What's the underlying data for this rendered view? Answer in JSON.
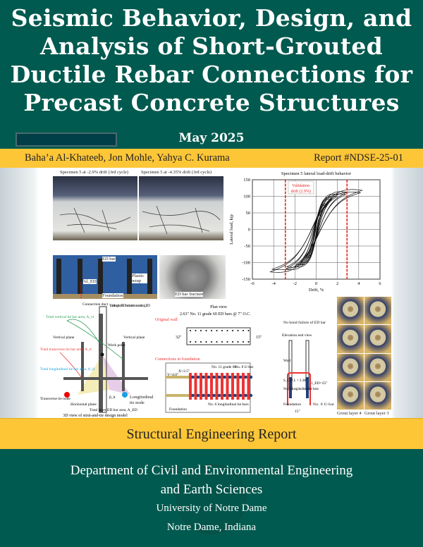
{
  "title_lines": [
    "Seismic Behavior, Design, and",
    "Analysis of Short-Grouted",
    "Ductile Rebar Connections for",
    "Precast Concrete Structures"
  ],
  "date": "May 2025",
  "authors": "Baha’a Al-Khateeb, Jon Mohle, Yahya C. Kurama",
  "report_number": "Report #NDSE-25-01",
  "figure": {
    "photo1_caption": "Specimen 5 at -2.9% drift (3rd cycle)",
    "photo2_caption": "Specimen 5 at -4.35% drift (3rd cycle)",
    "ed_photo": {
      "ed_bar": "ED bar",
      "lambda_ed": "¾l_ED",
      "plastic_wrap": "Plastic wrap",
      "foundation": "Foundation"
    },
    "fracture_label": "ED bar fracture",
    "strut_tie": {
      "caption": "3D view of strut-and-tie design model",
      "labels": [
        "Connection duct",
        "Total length of ED bar inside connection, l_ED",
        "Total vertical tie bar area, A_vt",
        "Work point",
        "Vertical plane",
        "Vertical plane",
        "Total transverse tie bar area, A_tt",
        "Total longitudinal tie bar area, A_lt",
        "Transverse tie node",
        "Horizontal plane",
        "β_lt",
        "Longitudinal tie node",
        "Total layer ED bar area, A_ED"
      ]
    },
    "plan": {
      "title": "Plan view",
      "bars": "2.63\" No. 11 grade 60 ED bars @ 7\" O.C.",
      "original_wall": "Original wall",
      "dim32": "32\"",
      "dim15": "15\"",
      "connections": "Connections in foundation",
      "x": "X=2.5\"",
      "y": "Y=4.0\"",
      "no11": "No. 11 grade 60",
      "no8": "No. 8 U-bar",
      "no6": "No. 6 longitudinal tie bars",
      "foundation": "Foundation"
    },
    "elevation": {
      "title": "Elevation end view",
      "wall": "Wall",
      "scul": "S_C.U.L = 2.38\"",
      "no6": "No. 6 longitudinal tie bars",
      "foundation": "Foundation",
      "led": "l_ED=25\"",
      "dim15": "15\"",
      "no8": "No. 8 U-bar"
    },
    "grout": {
      "no_bond": "No bond failure of ED bar",
      "layer4": "Grout layer 4",
      "layer3": "Grout layer 3"
    }
  },
  "chart_data": {
    "type": "line",
    "title": "Specimen 5 lateral load-drift behavior",
    "xlabel": "Drift, %",
    "ylabel": "Lateral load, kip",
    "xlim": [
      -6,
      6
    ],
    "ylim": [
      -150,
      150
    ],
    "xticks": [
      -6,
      -4,
      -2,
      0,
      2,
      4,
      6
    ],
    "yticks": [
      150,
      100,
      50,
      0,
      -50,
      -100,
      -150
    ],
    "grid": true,
    "annotation": "Validation drift (2.9%)",
    "validation_drift": [
      -2.9,
      2.9
    ],
    "cycles": [
      {
        "drift": 0.5,
        "load_pos": 45,
        "load_neg": -50
      },
      {
        "drift": 1.0,
        "load_pos": 75,
        "load_neg": -85
      },
      {
        "drift": 1.5,
        "load_pos": 95,
        "load_neg": -105
      },
      {
        "drift": 2.0,
        "load_pos": 105,
        "load_neg": -112
      },
      {
        "drift": 2.9,
        "load_pos": 112,
        "load_neg": -120
      },
      {
        "drift": 4.35,
        "load_pos": 118,
        "load_neg": -128
      }
    ],
    "colors": {
      "curve": "#111111",
      "validation": "#e8231f"
    }
  },
  "bottom_band": "Structural Engineering Report",
  "department_lines": [
    "Department of Civil and Environmental Engineering",
    "and Earth Sciences"
  ],
  "university": "University of Notre Dame",
  "location": "Notre Dame, Indiana"
}
